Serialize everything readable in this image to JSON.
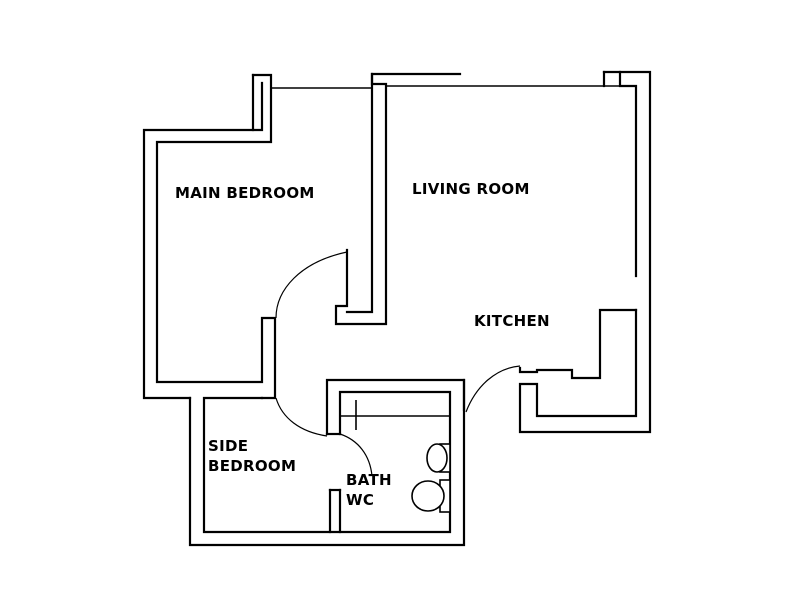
{
  "rooms": {
    "main_bedroom": "MAIN BEDROOM",
    "living_room": "LIVING ROOM",
    "kitchen": "KITCHEN",
    "side_bedroom_line1": "SIDE",
    "side_bedroom_line2": "BEDROOM",
    "bath_line1": "BATH",
    "bath_line2": "WC"
  }
}
